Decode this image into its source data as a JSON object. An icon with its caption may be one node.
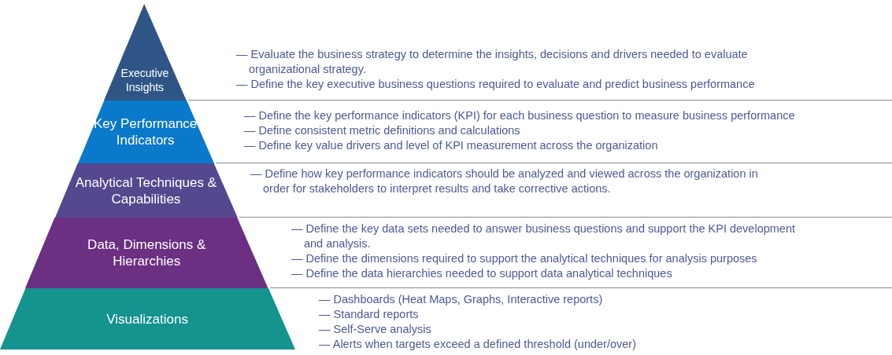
{
  "diagram": {
    "nodes": [
      {
        "text": [
          "Executive Insights"
        ],
        "beside": [
          "— Evaluate the business strategy to determine the insights, decisions and  drivers needed to evaluate organizational strategy.",
          "— Define the key executive business questions required to evaluate and predict business performance"
        ]
      },
      {
        "text": [
          "Key Performance Indicators"
        ],
        "beside": [
          "— Define the key performance indicators (KPI) for each business question to measure business performance",
          "— Define consistent metric definitions and calculations",
          "— Define key value drivers and level of KPI measurement across the organization"
        ]
      },
      {
        "text": [
          "Analytical Techniques & Capabilities"
        ],
        "beside": [
          "— Define how key performance indicators should be analyzed and viewed across the organization in order for stakeholders to interpret results and take corrective actions."
        ]
      },
      {
        "text": [
          "Data, Dimensions & Hierarchies"
        ],
        "beside": [
          "— Define the key data sets needed to answer business questions and support the KPI development and analysis.",
          "— Define the dimensions required to support the analytical techniques for analysis purposes",
          "— Define the data hierarchies needed to support data analytical techniques"
        ]
      },
      {
        "text": [
          "Visualizations"
        ],
        "beside": [
          "— Dashboards (Heat Maps, Graphs, Interactive reports)",
          "— Standard reports",
          "— Self-Serve analysis",
          "— Alerts when targets exceed a defined threshold (under/over)"
        ]
      }
    ],
    "edges": []
  }
}
